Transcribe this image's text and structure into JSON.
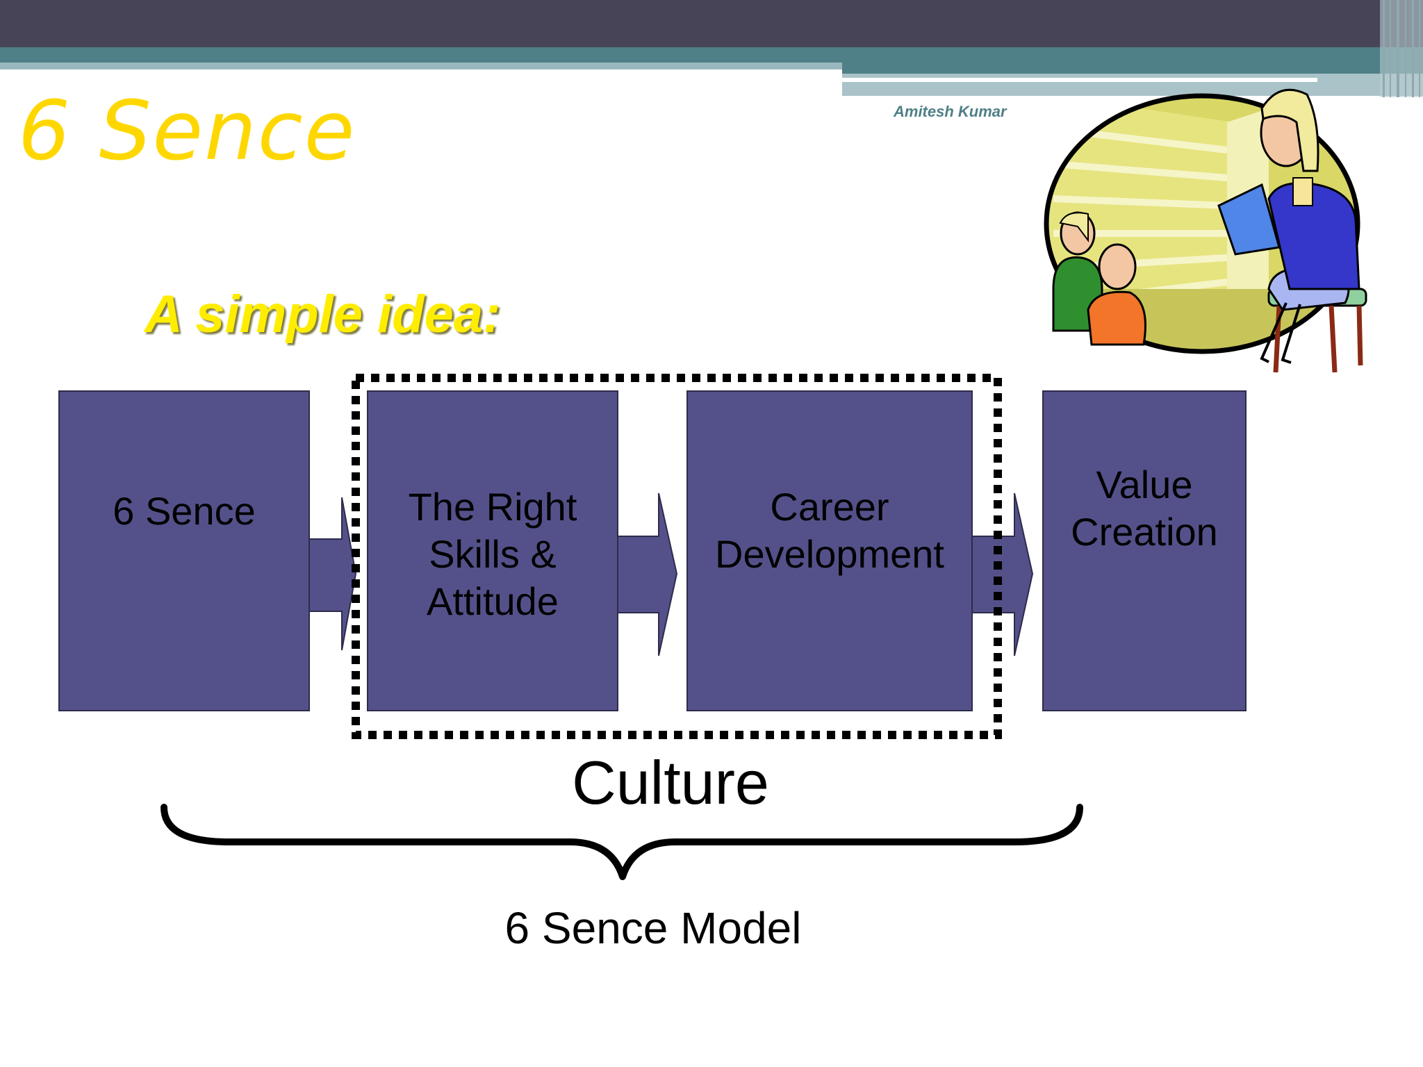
{
  "slide": {
    "title": "6 Sence",
    "author": "Amitesh Kumar",
    "subtitle": "A simple idea:",
    "colors": {
      "title": "#ffd700",
      "subtitle": "#ffed00",
      "box_fill": "#54518a",
      "header_dark": "#474457",
      "header_teal": "#4f7f87"
    },
    "clipart": "teacher-reading-to-students-icon"
  },
  "diagram": {
    "steps": [
      {
        "label": "6 Sence"
      },
      {
        "label": "The Right\nSkills &\nAttitude"
      },
      {
        "label": "Career\nDevelopment"
      },
      {
        "label": "Value\nCreation"
      }
    ],
    "group_label": "Culture",
    "brace_label": "6 Sence Model"
  }
}
